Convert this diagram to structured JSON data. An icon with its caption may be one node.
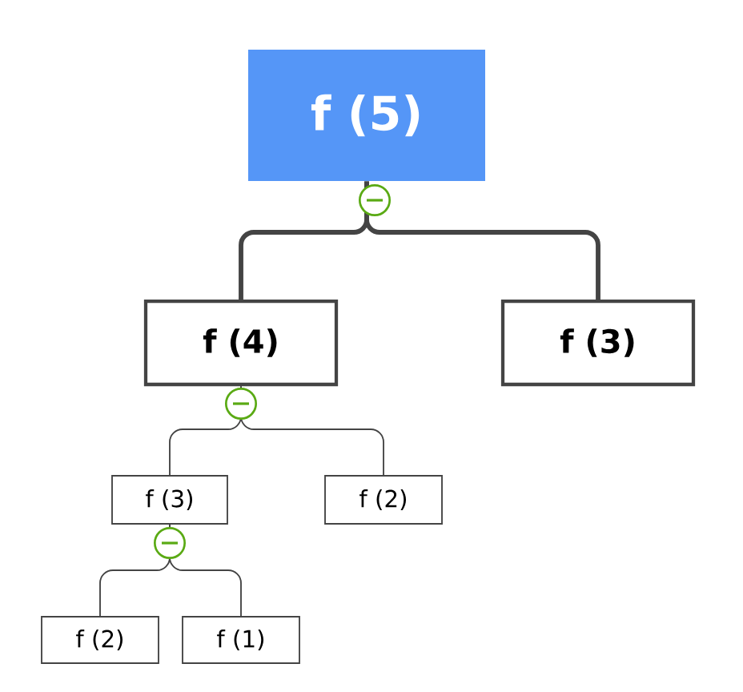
{
  "diagram": {
    "nodes": [
      {
        "text": [
          "f (5)"
        ]
      },
      {
        "text": [
          "f (4)"
        ]
      },
      {
        "text": [
          "f (3)"
        ]
      },
      {
        "text": [
          "f (3)"
        ]
      },
      {
        "text": [
          "f (2)"
        ]
      },
      {
        "text": [
          "f (2)"
        ]
      },
      {
        "text": [
          "f (1)"
        ]
      }
    ],
    "edges": [
      {
        "from": 0,
        "to": 1,
        "arrow": "none",
        "style": "thick"
      },
      {
        "from": 0,
        "to": 2,
        "arrow": "none",
        "style": "thick"
      },
      {
        "from": 1,
        "to": 3,
        "arrow": "none"
      },
      {
        "from": 1,
        "to": 4,
        "arrow": "none"
      },
      {
        "from": 3,
        "to": 5,
        "arrow": "none"
      },
      {
        "from": 3,
        "to": 6,
        "arrow": "none"
      }
    ]
  }
}
